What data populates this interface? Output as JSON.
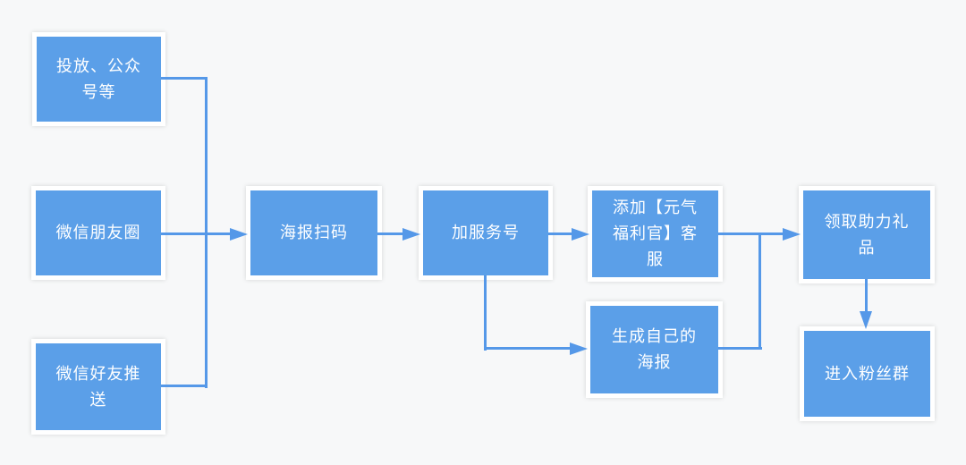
{
  "diagram": {
    "background_color": "#f7f8f9",
    "node_fill_color": "#5b9fe8",
    "node_border_color": "#ffffff",
    "node_text_color": "#ffffff",
    "connector_color": "#5598e8",
    "nodes": [
      {
        "id": "channel-ads",
        "label": "投放、公众\n号等"
      },
      {
        "id": "wechat-moments",
        "label": "微信朋友圈"
      },
      {
        "id": "wechat-friends",
        "label": "微信好友推\n送"
      },
      {
        "id": "scan-poster",
        "label": "海报扫码"
      },
      {
        "id": "add-service-account",
        "label": "加服务号"
      },
      {
        "id": "add-welfare-cs",
        "label": "添加【元气\n福利官】客\n服"
      },
      {
        "id": "generate-poster",
        "label": "生成自己的\n海报"
      },
      {
        "id": "receive-gift",
        "label": "领取助力礼\n品"
      },
      {
        "id": "join-fan-group",
        "label": "进入粉丝群"
      }
    ],
    "edges": [
      {
        "from": "channel-ads",
        "to": "scan-poster"
      },
      {
        "from": "wechat-moments",
        "to": "scan-poster"
      },
      {
        "from": "wechat-friends",
        "to": "scan-poster"
      },
      {
        "from": "scan-poster",
        "to": "add-service-account"
      },
      {
        "from": "add-service-account",
        "to": "add-welfare-cs"
      },
      {
        "from": "add-service-account",
        "to": "generate-poster"
      },
      {
        "from": "add-welfare-cs",
        "to": "receive-gift"
      },
      {
        "from": "generate-poster",
        "to": "receive-gift"
      },
      {
        "from": "receive-gift",
        "to": "join-fan-group"
      }
    ]
  }
}
